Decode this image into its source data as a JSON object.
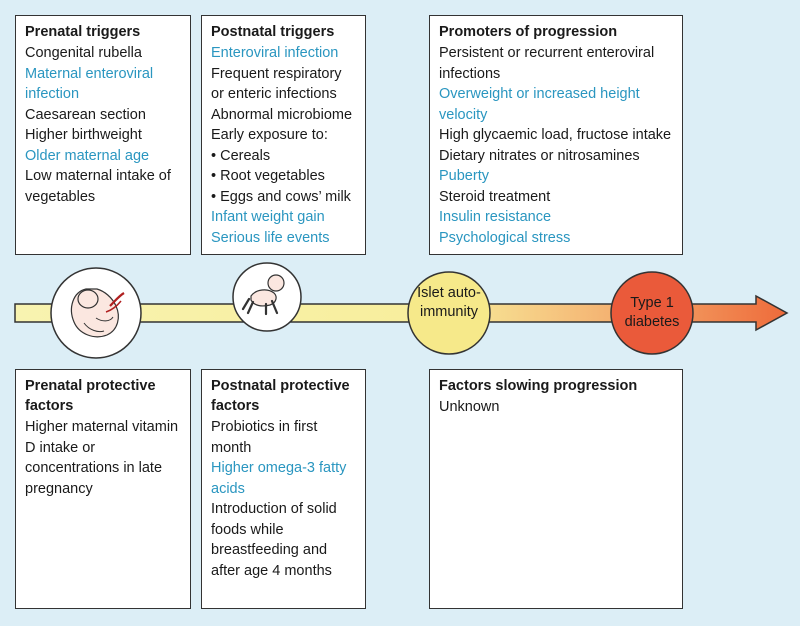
{
  "top_boxes": [
    {
      "title": "Prenatal triggers",
      "items": [
        {
          "text": "Congenital rubella",
          "hl": false,
          "bullet": false
        },
        {
          "text": "Maternal enteroviral infection",
          "hl": true,
          "bullet": false
        },
        {
          "text": "Caesarean section",
          "hl": false,
          "bullet": false
        },
        {
          "text": "Higher birthweight",
          "hl": false,
          "bullet": false
        },
        {
          "text": "Older maternal age",
          "hl": true,
          "bullet": false
        },
        {
          "text": "Low maternal intake of vegetables",
          "hl": false,
          "bullet": false
        }
      ]
    },
    {
      "title": "Postnatal triggers",
      "items": [
        {
          "text": "Enteroviral infection",
          "hl": true,
          "bullet": false
        },
        {
          "text": "Frequent respiratory or enteric infections",
          "hl": false,
          "bullet": false
        },
        {
          "text": "Abnormal microbiome",
          "hl": false,
          "bullet": false
        },
        {
          "text": "Early exposure to:",
          "hl": false,
          "bullet": false
        },
        {
          "text": "Cereals",
          "hl": false,
          "bullet": true
        },
        {
          "text": "Root vegetables",
          "hl": false,
          "bullet": true
        },
        {
          "text": "Eggs and cows’ milk",
          "hl": false,
          "bullet": true
        },
        {
          "text": "Infant weight gain",
          "hl": true,
          "bullet": false
        },
        {
          "text": "Serious life events",
          "hl": true,
          "bullet": false
        }
      ]
    },
    {
      "title": "Promoters of progression",
      "items": [
        {
          "text": "Persistent or recurrent enteroviral infections",
          "hl": false,
          "bullet": false
        },
        {
          "text": "Overweight or increased height velocity",
          "hl": true,
          "bullet": false
        },
        {
          "text": "High glycaemic load, fructose intake",
          "hl": false,
          "bullet": false
        },
        {
          "text": "Dietary nitrates or nitrosamines",
          "hl": false,
          "bullet": false
        },
        {
          "text": "Puberty",
          "hl": true,
          "bullet": false
        },
        {
          "text": "Steroid treatment",
          "hl": false,
          "bullet": false
        },
        {
          "text": "Insulin resistance",
          "hl": true,
          "bullet": false
        },
        {
          "text": "Psychological stress",
          "hl": true,
          "bullet": false
        }
      ]
    }
  ],
  "bottom_boxes": [
    {
      "title": "Prenatal protective factors",
      "items": [
        {
          "text": "Higher maternal vitamin D intake or concentrations in late pregnancy",
          "hl": false,
          "bullet": false
        }
      ]
    },
    {
      "title": "Postnatal protective factors",
      "items": [
        {
          "text": "Probiotics in first month",
          "hl": false,
          "bullet": false
        },
        {
          "text": "Higher omega-3 fatty acids",
          "hl": true,
          "bullet": false
        },
        {
          "text": "Introduction of solid foods while breastfeeding and after age 4 months",
          "hl": false,
          "bullet": false
        }
      ]
    },
    {
      "title": "Factors slowing progression",
      "items": [
        {
          "text": "Unknown",
          "hl": false,
          "bullet": false
        }
      ]
    }
  ],
  "timeline": {
    "stage1_icon": "fetus-icon",
    "stage2_icon": "crawling-baby-icon",
    "islet_label": "Islet auto-immunity",
    "t1d_label": "Type 1 diabetes"
  },
  "colors": {
    "background": "#dceef6",
    "highlight_text": "#2a96c0",
    "arrow_start": "#f6f0a6",
    "arrow_end": "#ee6a3a",
    "islet_circle": "#f6e98a",
    "t1d_circle": "#ea5a3a"
  }
}
